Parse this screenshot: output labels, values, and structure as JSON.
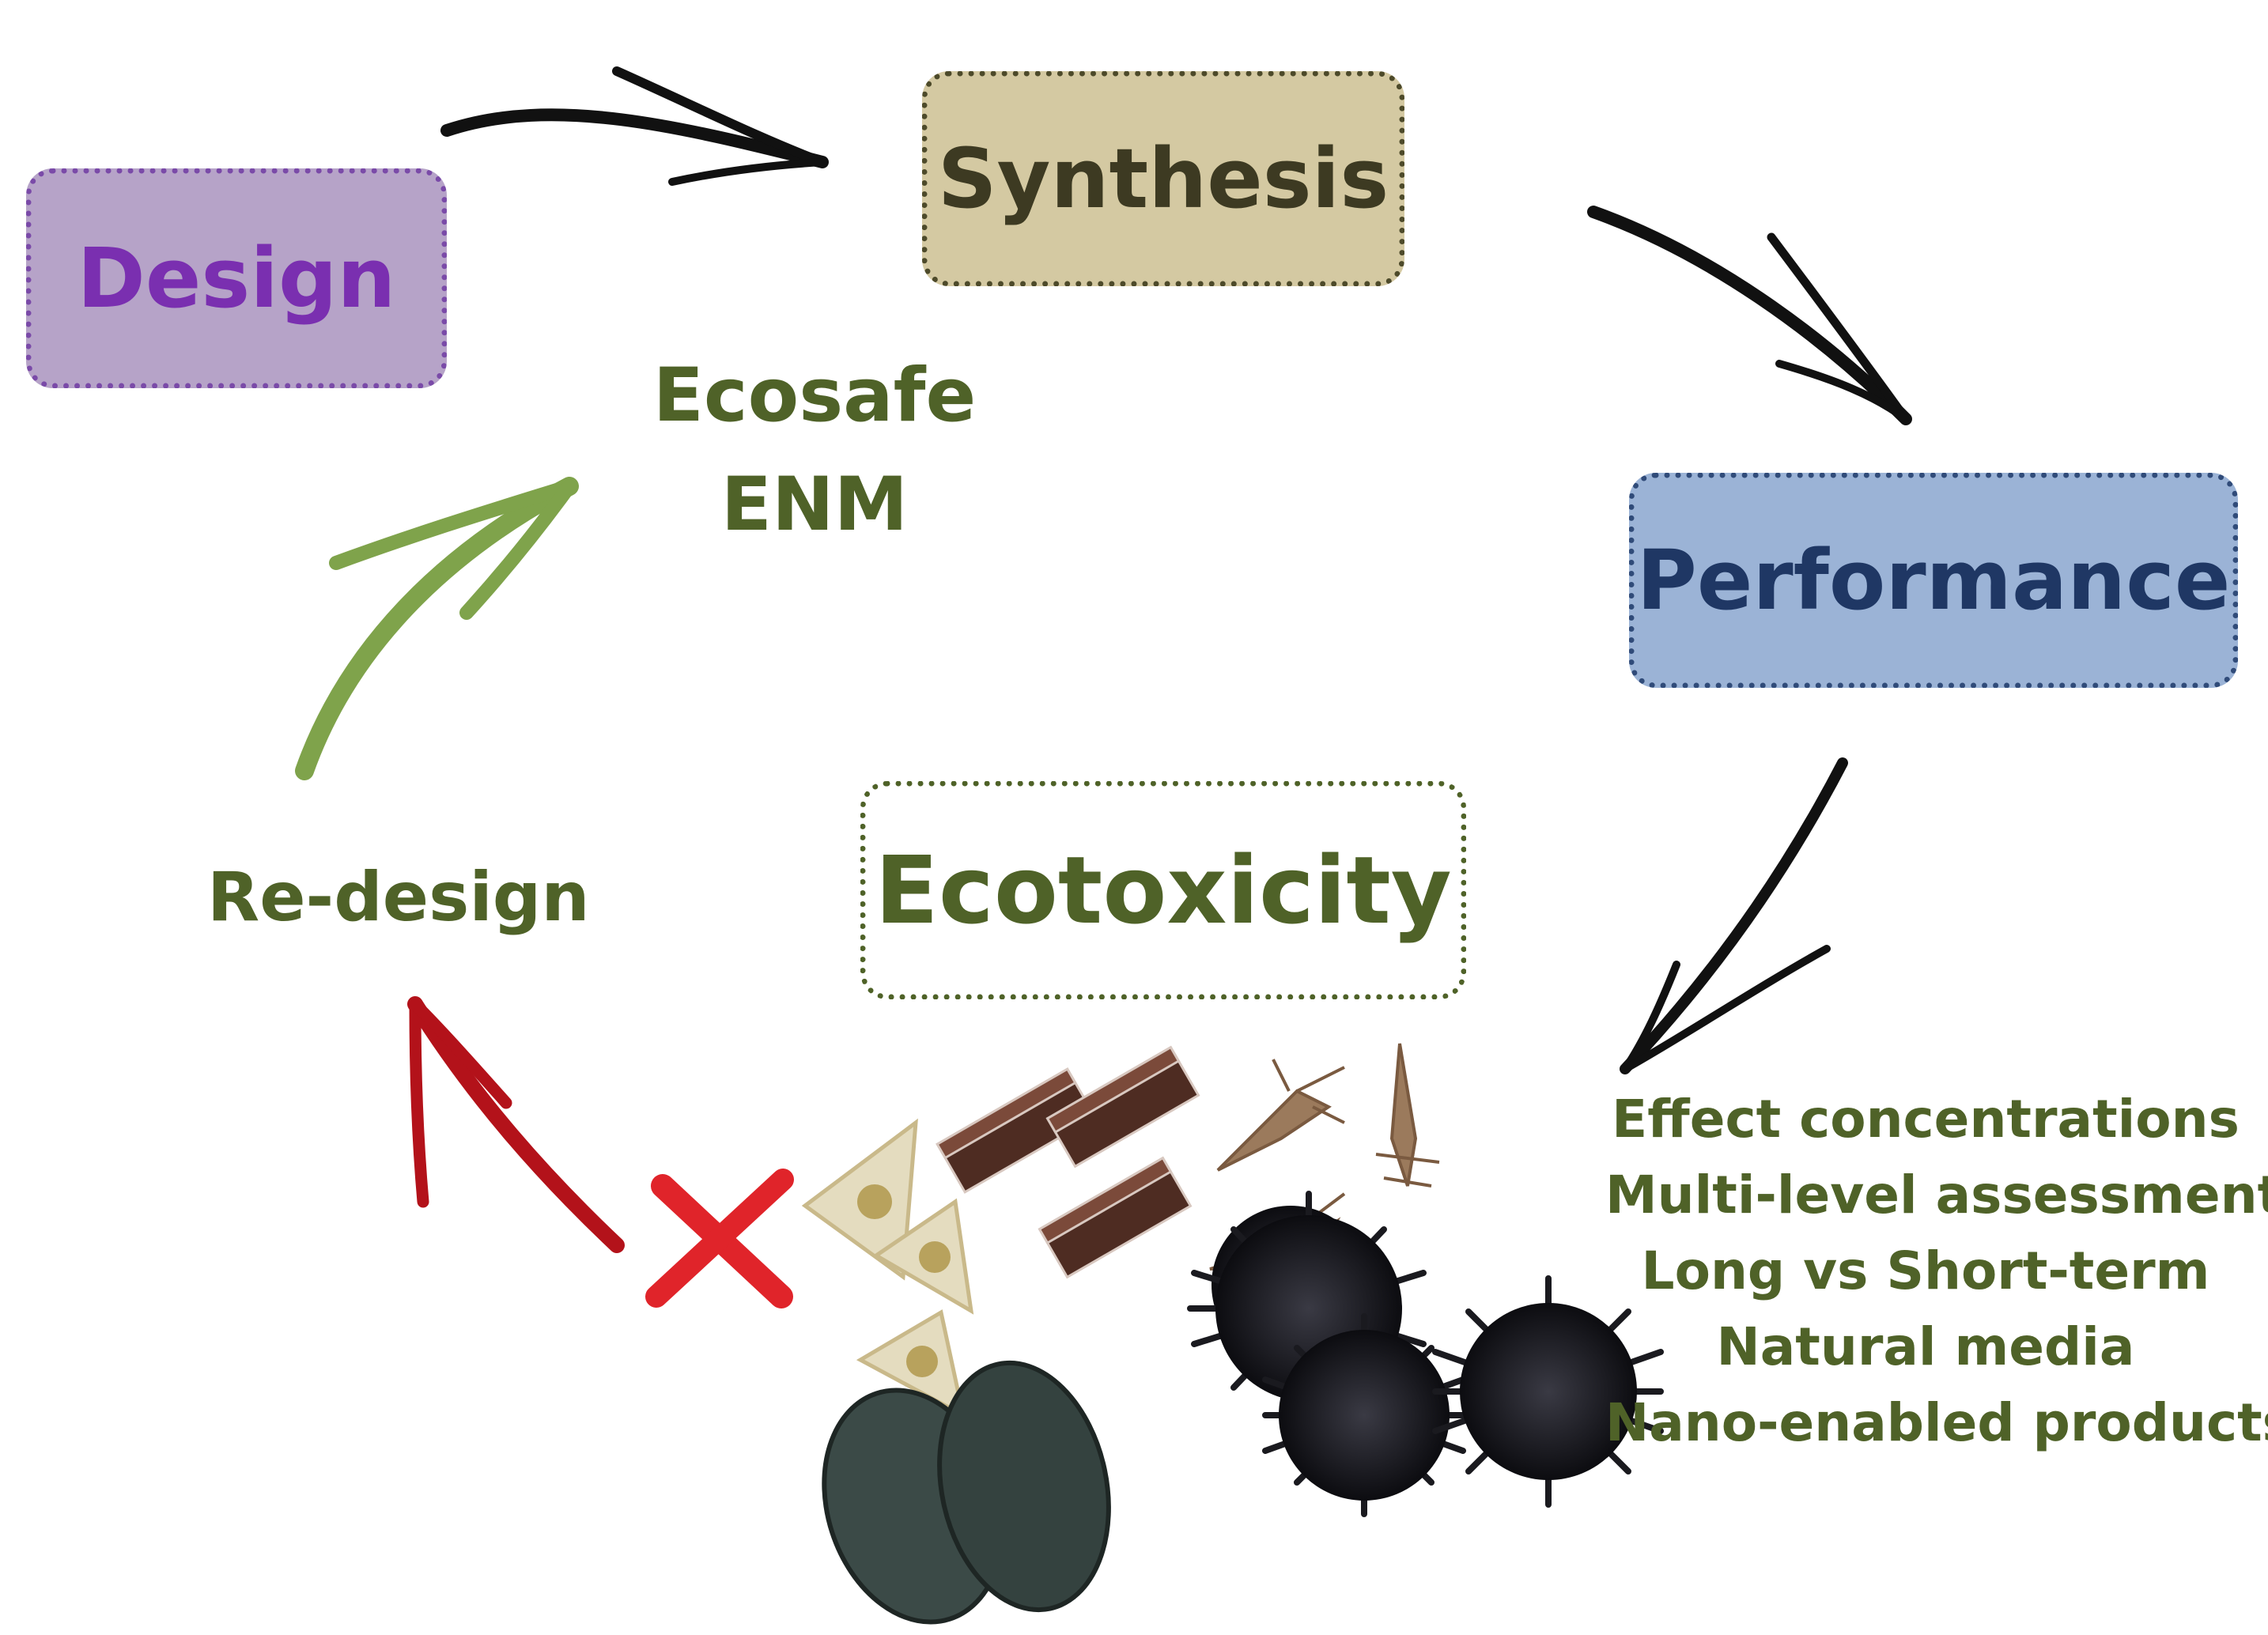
{
  "nodes": {
    "design": "Design",
    "synthesis": "Synthesis",
    "performance": "Performance",
    "ecotoxicity": "Ecotoxicity"
  },
  "center": {
    "line1": "Ecosafe",
    "line2": "ENM"
  },
  "redesign": "Re-design",
  "considerations": [
    "Effect concentrations",
    "Multi-level assessment",
    "Long vs Short-term",
    "Natural media",
    "Nano-enabled products"
  ],
  "colors": {
    "design": "#7a2fb0",
    "synthesis_fill": "#d4c9a2",
    "performance": "#1f3764",
    "label_green": "#4f6228",
    "arrow_black": "#111111",
    "arrow_green": "#7fa34b",
    "arrow_red": "#b3121a",
    "reject_mark": "#e0242a"
  },
  "organisms": [
    "diatom-icon",
    "bacteria-chain-icon",
    "crustacean-larva-icon",
    "mussel-icon",
    "sea-urchin-icon"
  ],
  "marks": [
    "reject-cross-icon"
  ]
}
